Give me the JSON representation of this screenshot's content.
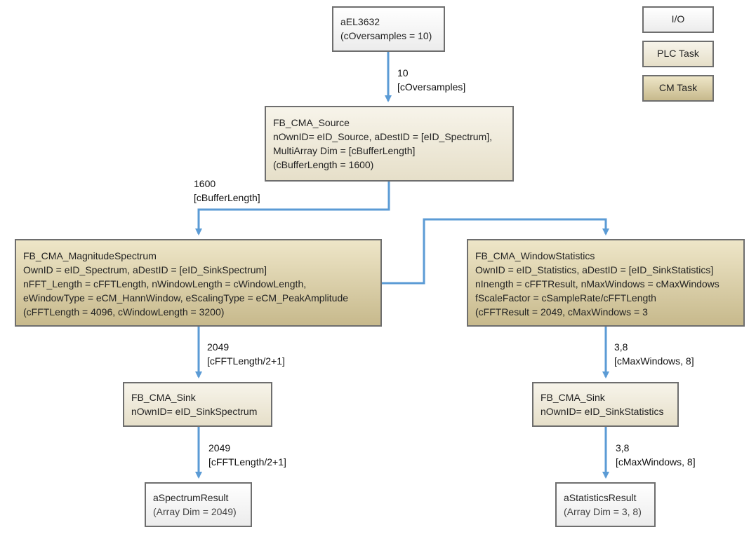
{
  "colors": {
    "io_fill": "#efefef",
    "plc_fill": "#ece6d3",
    "cm_fill": "#d8cca4",
    "border": "#6e6e6e",
    "arrow": "#5b9bd5"
  },
  "legend": {
    "io": "I/O",
    "plc": "PLC Task",
    "cm": "CM Task"
  },
  "nodes": {
    "el3632": {
      "lines": [
        "aEL3632",
        "(cOversamples = 10)"
      ]
    },
    "source": {
      "lines": [
        "FB_CMA_Source",
        "nOwnID= eID_Source, aDestID = [eID_Spectrum],",
        "MultiArray Dim = [cBufferLength]",
        "(cBufferLength = 1600)"
      ]
    },
    "magnitude": {
      "lines": [
        "FB_CMA_MagnitudeSpectrum",
        "OwnID = eID_Spectrum, aDestID = [eID_SinkSpectrum]",
        "nFFT_Length = cFFTLength, nWindowLength = cWindowLength,",
        "eWindowType = eCM_HannWindow, eScalingType = eCM_PeakAmplitude",
        "(cFFTLength = 4096, cWindowLength = 3200)"
      ]
    },
    "window_stats": {
      "lines": [
        "FB_CMA_WindowStatistics",
        "OwnID = eID_Statistics, aDestID = [eID_SinkStatistics]",
        "nInength = cFFTResult, nMaxWindows = cMaxWindows",
        "fScaleFactor = cSampleRate/cFFTLength",
        "(cFFTResult = 2049, cMaxWindows = 3"
      ]
    },
    "sink_spectrum": {
      "lines": [
        "FB_CMA_Sink",
        "nOwnID= eID_SinkSpectrum"
      ]
    },
    "sink_statistics": {
      "lines": [
        "FB_CMA_Sink",
        "nOwnID= eID_SinkStatistics"
      ]
    },
    "spectrum_result": {
      "lines": [
        "aSpectrumResult",
        "(Array Dim = 2049)"
      ]
    },
    "statistics_result": {
      "lines": [
        "aStatisticsResult",
        "(Array Dim = 3, 8)"
      ]
    }
  },
  "edges": {
    "el_to_source": [
      "10",
      "[cOversamples]"
    ],
    "source_to_magnitude": [
      "1600",
      "[cBufferLength]"
    ],
    "magnitude_to_sink": [
      "2049",
      "[cFFTLength/2+1]"
    ],
    "sink_to_spectrum_result": [
      "2049",
      "[cFFTLength/2+1]"
    ],
    "stats_to_sink": [
      "3,8",
      "[cMaxWindows, 8]"
    ],
    "sink_to_statistics_result": [
      "3,8",
      "[cMaxWindows, 8]"
    ]
  }
}
